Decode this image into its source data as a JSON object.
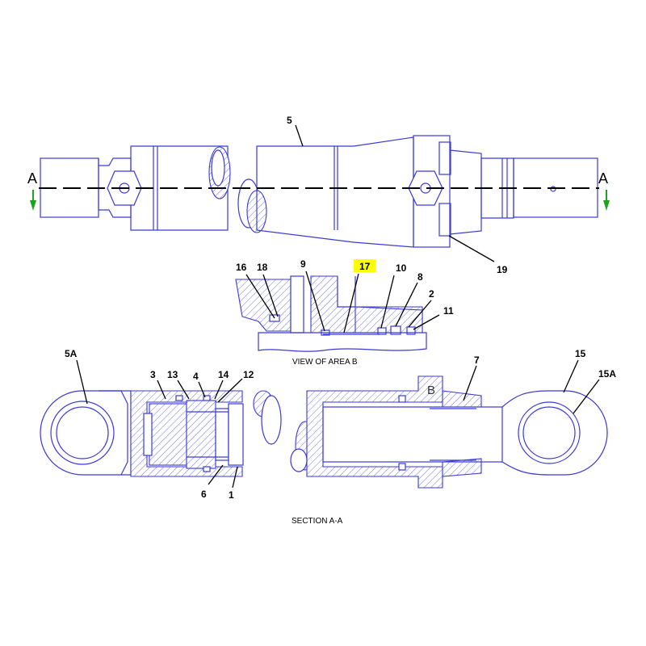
{
  "section_markers": {
    "left": "A",
    "right": "A"
  },
  "callouts": {
    "c5": "5",
    "c19": "19",
    "c16": "16",
    "c18": "18",
    "c9": "9",
    "c17": "17",
    "c10": "10",
    "c8": "8",
    "c2": "2",
    "c11": "11",
    "c5A": "5A",
    "c3": "3",
    "c13": "13",
    "c4": "4",
    "c14": "14",
    "c12": "12",
    "c6": "6",
    "c1": "1",
    "c7": "7",
    "c15": "15",
    "c15A": "15A"
  },
  "highlight": {
    "part": "17",
    "color": "#ffff00"
  },
  "area_marker": "B",
  "captions": {
    "view_b": "VIEW OF AREA B",
    "section": "SECTION A-A"
  },
  "colors": {
    "line": "#3a3ad6",
    "arrow": "#1fa31f",
    "callout_text": "#000000"
  }
}
